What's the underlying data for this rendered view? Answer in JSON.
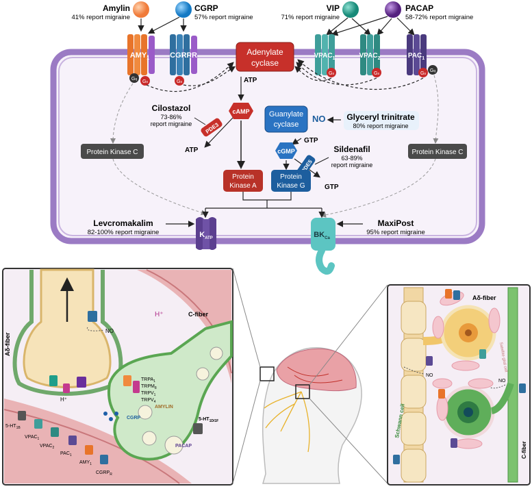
{
  "ligands": {
    "amylin": {
      "name": "Amylin",
      "stat": "41% report migraine",
      "color": "#f28c4b"
    },
    "cgrp": {
      "name": "CGRP",
      "stat": "57% report migraine",
      "color": "#1e90d6"
    },
    "vip": {
      "name": "VIP",
      "stat": "71% report migraine",
      "color": "#1f9e8a"
    },
    "pacap": {
      "name": "PACAP",
      "stat": "58-72% report migraine",
      "color": "#6a2e9c"
    }
  },
  "receptors": {
    "amy": "AMY",
    "amy_sub": "1",
    "cgrpr": "CGRP",
    "cgrpr_suffix": "R",
    "vpac1": "VPAC",
    "vpac1_sub": "1",
    "vpac2": "VPAC",
    "vpac2_sub": "2",
    "pac1": "PAC",
    "pac1_sub": "1",
    "gq": "G",
    "gq_sub": "q",
    "gs": "G",
    "gs_sub": "s"
  },
  "cell": {
    "adenylate_cyclase_1": "Adenylate",
    "adenylate_cyclase_2": "cyclase",
    "atp_top": "ATP",
    "camp": "cAMP",
    "atp_left": "ATP",
    "pde3": "PDE3",
    "guanylate_1": "Guanylate",
    "guanylate_2": "cyclase",
    "no": "NO",
    "gtp_mid": "GTP",
    "cgmp": "cGMP",
    "pde5": "PDE5",
    "gtp_low": "GTP",
    "pkc_left": "Protein Kinase C",
    "pkc_right": "Protein Kinase C",
    "pka_1": "Protein",
    "pka_2": "Kinase A",
    "pkg_1": "Protein",
    "pkg_2": "Kinase G",
    "katp": "K",
    "katp_sub": "ATP",
    "bkca": "BK",
    "bkca_sub": "Ca"
  },
  "drugs": {
    "cilostazol": {
      "name": "Cilostazol",
      "stat1": "73-86%",
      "stat2": "report migraine"
    },
    "gtn": {
      "name": "Glyceryl trinitrate",
      "stat": "80% report migraine"
    },
    "sildenafil": {
      "name": "Sildenafil",
      "stat1": "63-89%",
      "stat2": "report migraine"
    },
    "levcromakalim": {
      "name": "Levcromakalim",
      "stat": "82-100% report migraine"
    },
    "maxipost": {
      "name": "MaxiPost",
      "stat": "95% report migraine"
    }
  },
  "left_panel": {
    "abeta_fiber": "Aδ-fiber",
    "no": "NO",
    "h_plus_1": "H⁺",
    "h_plus_2": "H⁺",
    "c_fiber": "C-fiber",
    "trp_1": "TRPA",
    "trp_1_sub": "1",
    "trp_2": "TRPM",
    "trp_2_sub": "8",
    "trp_3": "TRPV",
    "trp_3_sub": "1",
    "trp_4": "TRPV",
    "trp_4_sub": "4",
    "cgrp": "CGRP",
    "amylin": "AMYLIN",
    "pacap": "PACAP",
    "ht1d": "5-HT",
    "ht1d_sub": "1D/1F",
    "ht1b": "5-HT",
    "ht1b_sub": "1B",
    "vpac1": "VPAC",
    "vpac1_sub": "1",
    "vpac2": "VPAC",
    "vpac2_sub": "2",
    "pac1": "PAC",
    "pac1_sub": "1",
    "amy1": "AMY",
    "amy1_sub": "1",
    "cgrpr": "CGRP",
    "cgrpr_sub": "R"
  },
  "right_panel": {
    "abeta_fiber": "Aδ-fiber",
    "satellite": "Satellite glial cell",
    "schwann": "Schwann cell",
    "c_fiber": "C-fiber",
    "no_1": "NO",
    "no_2": "NO"
  },
  "colors": {
    "cell_border": "#9b7bc4",
    "cell_fill": "#f7f2fa",
    "adenylate": "#c7302a",
    "guanylate": "#2a73c2",
    "pka": "#b83228",
    "pkg": "#1d5e9e",
    "pkc": "#4a4a4a",
    "katp": "#5b3f8f",
    "bkca": "#5cc5c2"
  }
}
